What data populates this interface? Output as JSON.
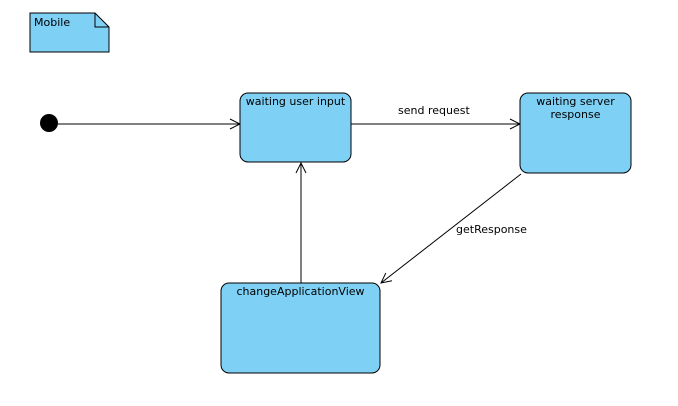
{
  "note": {
    "label": "Mobile"
  },
  "states": {
    "waiting_user_input": {
      "label": "waiting user input"
    },
    "waiting_server_response": {
      "label": "waiting server response"
    },
    "change_application_view": {
      "label": "changeApplicationView"
    }
  },
  "transitions": {
    "send_request": {
      "label": "send request"
    },
    "get_response": {
      "label": "getResponse"
    }
  },
  "colors": {
    "state_fill": "#7fd0f5",
    "note_fill": "#7fd0f5",
    "stroke": "#000000",
    "initial_node": "#000000"
  }
}
